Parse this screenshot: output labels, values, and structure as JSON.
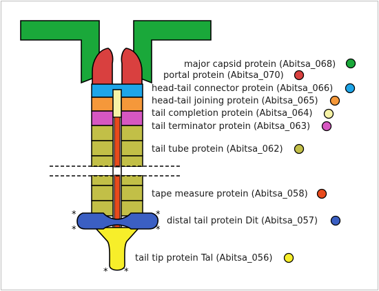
{
  "colors": {
    "capsid": "#1aa83a",
    "portal": "#d9403f",
    "connector": "#1ea5e8",
    "joining": "#f5983a",
    "completion": "#f6f3a6",
    "terminator": "#d657c1",
    "tube": "#c2bf47",
    "tape": "#e84a1c",
    "dit": "#3b5fc3",
    "tal": "#f7ee2a"
  },
  "legend": [
    {
      "text": "major capsid protein (Abitsa_068)",
      "color": "#1aa83a"
    },
    {
      "text": "portal protein (Abitsa_070)",
      "color": "#d9403f"
    },
    {
      "text": "head-tail connector protein (Abitsa_066)",
      "color": "#1ea5e8"
    },
    {
      "text": "head-tail joining protein (Abitsa_065)",
      "color": "#f5983a"
    },
    {
      "text": "tail completion protein (Abitsa_064)",
      "color": "#f6f3a6"
    },
    {
      "text": "tail terminator protein (Abitsa_063)",
      "color": "#d657c1"
    },
    {
      "text": "tail tube protein (Abitsa_062)",
      "color": "#c2bf47"
    },
    {
      "text": "tape measure protein (Abitsa_058)",
      "color": "#e84a1c"
    },
    {
      "text": "distal tail protein Dit (Abitsa_057)",
      "color": "#3b5fc3"
    },
    {
      "text": "tail tip protein Tal (Abitsa_056)",
      "color": "#f7ee2a"
    }
  ],
  "asterisk": "*"
}
